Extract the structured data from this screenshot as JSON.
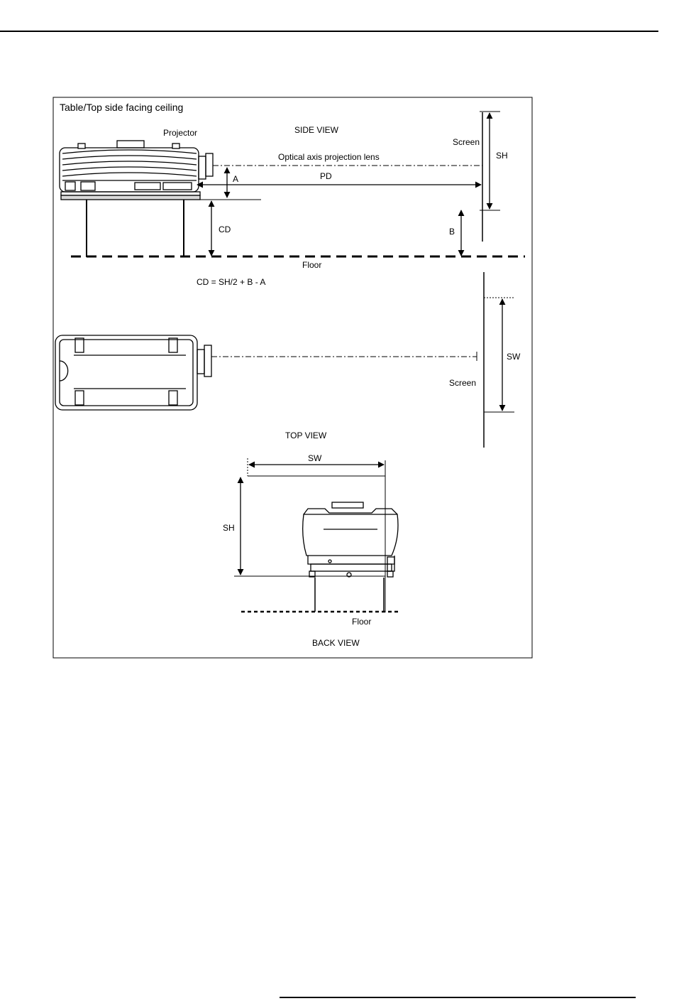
{
  "diagram": {
    "frame_title": "Table/Top side facing ceiling",
    "side_view": {
      "title": "SIDE VIEW",
      "projector_label": "Projector",
      "screen_label": "Screen",
      "optical_axis_label": "Optical axis projection lens",
      "dim_a": "A",
      "dim_pd": "PD",
      "dim_cd": "CD",
      "dim_b": "B",
      "dim_sh": "SH",
      "floor_label": "Floor"
    },
    "formula": "CD = SH/2 + B - A",
    "top_view": {
      "title": "TOP VIEW",
      "screen_label": "Screen",
      "dim_sw": "SW"
    },
    "back_view": {
      "title": "BACK VIEW",
      "dim_sw": "SW",
      "dim_sh": "SH",
      "floor_label": "Floor"
    }
  }
}
